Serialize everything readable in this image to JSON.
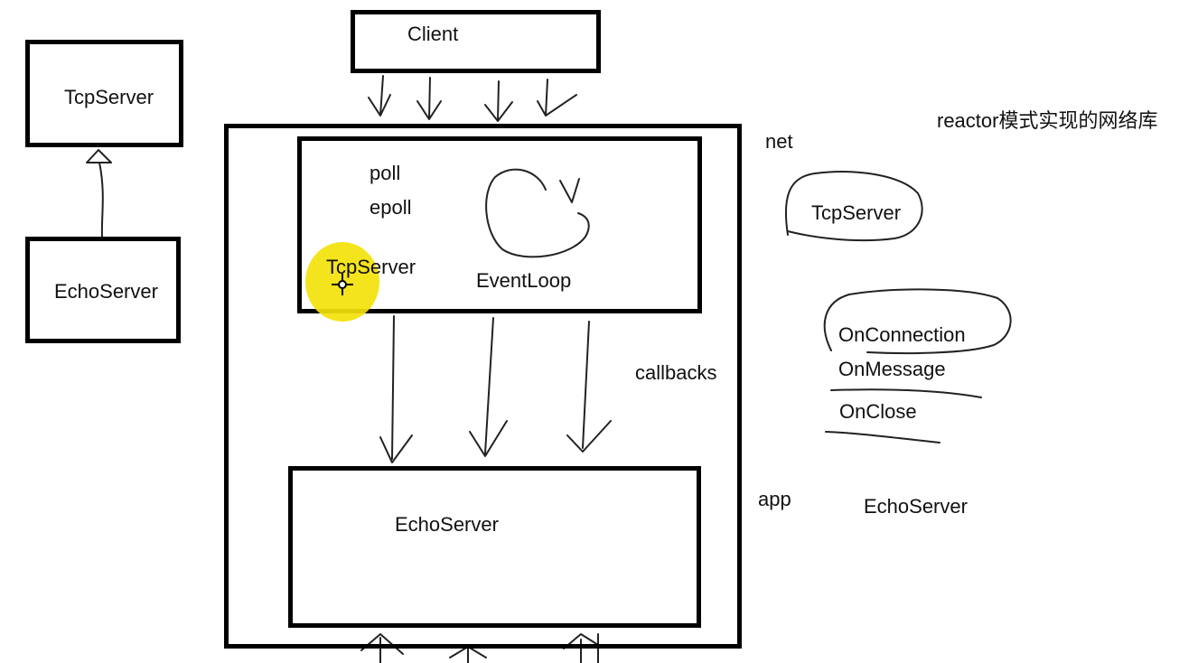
{
  "title_note": "reactor模式实现的网络库",
  "client": {
    "label": "Client"
  },
  "inheritance": {
    "parent_label": "TcpServer",
    "child_label": "EchoServer"
  },
  "net_layer": {
    "poll_label": "poll",
    "epoll_label": "epoll",
    "tcpserver_label": "TcpServer",
    "eventloop_label": "EventLoop"
  },
  "app_layer": {
    "echoserver_label": "EchoServer"
  },
  "side_labels": {
    "net": "net",
    "callbacks": "callbacks",
    "app": "app"
  },
  "right_notes": {
    "tcpserver": "TcpServer",
    "on_connection": "OnConnection",
    "on_message": "OnMessage",
    "on_close": "OnClose",
    "echoserver": "EchoServer"
  },
  "colors": {
    "ink": "#111111",
    "cursor_highlight": "#f3e20a"
  },
  "icons": {
    "cursor": "crosshair-move-icon"
  }
}
